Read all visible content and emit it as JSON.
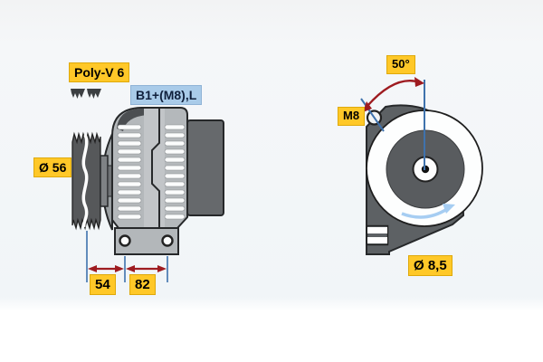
{
  "labels": {
    "belt_type": "Poly-V 6",
    "connector": "B1+(M8),L",
    "pulley_diameter": "Ø 56",
    "dim_pulley_to_mount": "54",
    "dim_mount_span": "82",
    "mount_angle": "50°",
    "mount_thread": "M8",
    "mount_hole_diameter": "Ø 8,5"
  },
  "icons": {
    "belt_section": "poly-v-belt-section-icon",
    "rotation": "rotation-direction-arrow"
  },
  "colors": {
    "label_yellow_bg": "#ffc828",
    "label_blue_bg": "#a9cbe9",
    "dimension_arrow_red": "#9e1b20",
    "dimension_line_blue": "#3f72ad",
    "rotation_arrow_blue": "#a6cdf2",
    "housing_light_gray": "#b4b8bb",
    "housing_dark_gray": "#5d6164"
  }
}
